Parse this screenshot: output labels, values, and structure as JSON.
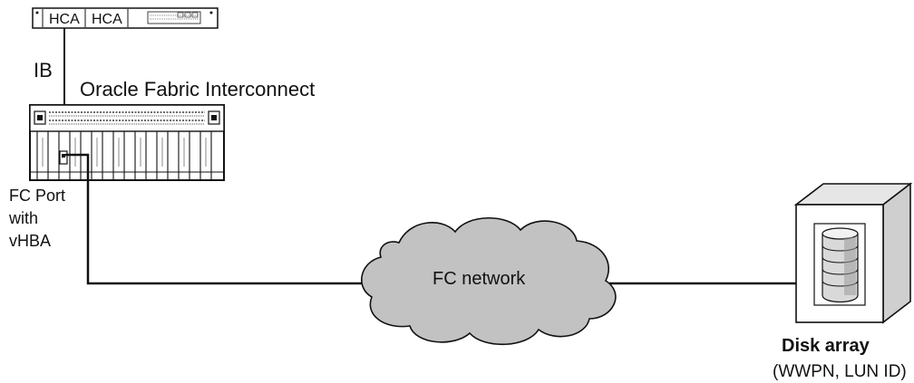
{
  "server": {
    "hca_left": "HCA",
    "hca_right": "HCA"
  },
  "links": {
    "ib_label": "IB"
  },
  "interconnect": {
    "title": "Oracle  Fabric Interconnect"
  },
  "fc_port": {
    "line1": "FC Port",
    "line2": "with",
    "line3": "vHBA"
  },
  "network": {
    "label": "FC  network"
  },
  "disk": {
    "title": "Disk array",
    "subtitle": "(WWPN, LUN ID)"
  },
  "colors": {
    "cloud_fill": "#c2c2c2",
    "line": "#111111"
  }
}
